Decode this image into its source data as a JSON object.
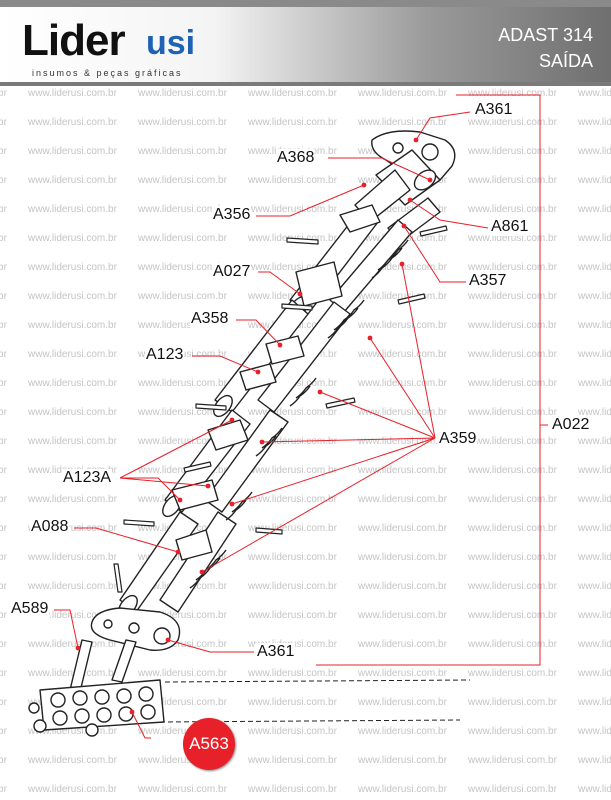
{
  "header": {
    "brand_main": "Lider",
    "brand_accent": "usi",
    "tagline": "insumos & peças gráficas",
    "model": "ADAST 314",
    "section": "SAÍDA"
  },
  "watermark_text": "www.liderusi.com.br",
  "colors": {
    "leader_line": "#e8202a",
    "badge": "#e8202a",
    "brand_blue": "#1f62b5"
  },
  "callouts": {
    "A361_top": "A361",
    "A368": "A368",
    "A356": "A356",
    "A861": "A861",
    "A027": "A027",
    "A357": "A357",
    "A358": "A358",
    "A123": "A123",
    "A359": "A359",
    "A022": "A022",
    "A123A": "A123A",
    "A088": "A088",
    "A589": "A589",
    "A361_bottom": "A361",
    "A563": "A563"
  }
}
